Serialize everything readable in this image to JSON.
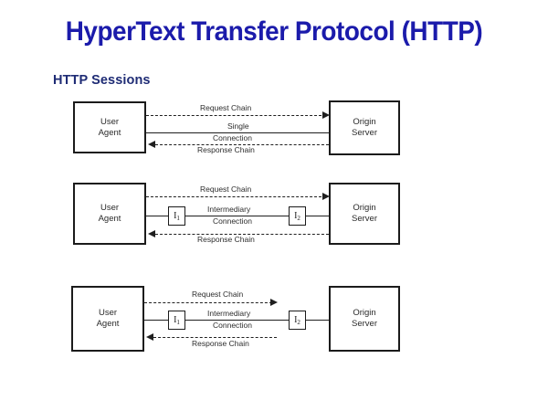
{
  "slide": {
    "title": "HyperText Transfer Protocol (HTTP)",
    "section_title": "HTTP Sessions",
    "title_color": "#1b1bab",
    "section_color": "#1f2c75",
    "line_color": "#1f1f1f",
    "background": "#ffffff"
  },
  "diagrams": [
    {
      "id": "single-connection",
      "left_node": {
        "line1": "User",
        "line2": "Agent"
      },
      "right_node": {
        "line1": "Origin",
        "line2": "Server"
      },
      "request_label": "Request Chain",
      "connection_label_line1": "Single",
      "connection_label_line2": "Connection",
      "response_label": "Response Chain",
      "intermediaries": []
    },
    {
      "id": "intermediary-connection-full",
      "left_node": {
        "line1": "User",
        "line2": "Agent"
      },
      "right_node": {
        "line1": "Origin",
        "line2": "Server"
      },
      "request_label": "Request Chain",
      "connection_label_line1": "Intermediary",
      "connection_label_line2": "Connection",
      "response_label": "Response Chain",
      "intermediaries": [
        {
          "symbol": "I",
          "subscript": "1"
        },
        {
          "symbol": "I",
          "subscript": "2"
        }
      ]
    },
    {
      "id": "intermediary-connection-partial",
      "left_node": {
        "line1": "User",
        "line2": "Agent"
      },
      "right_node": {
        "line1": "Origin",
        "line2": "Server"
      },
      "request_label": "Request Chain",
      "connection_label_line1": "Intermediary",
      "connection_label_line2": "Connection",
      "response_label": "Response Chain",
      "intermediaries": [
        {
          "symbol": "I",
          "subscript": "1"
        },
        {
          "symbol": "I",
          "subscript": "2"
        }
      ]
    }
  ]
}
